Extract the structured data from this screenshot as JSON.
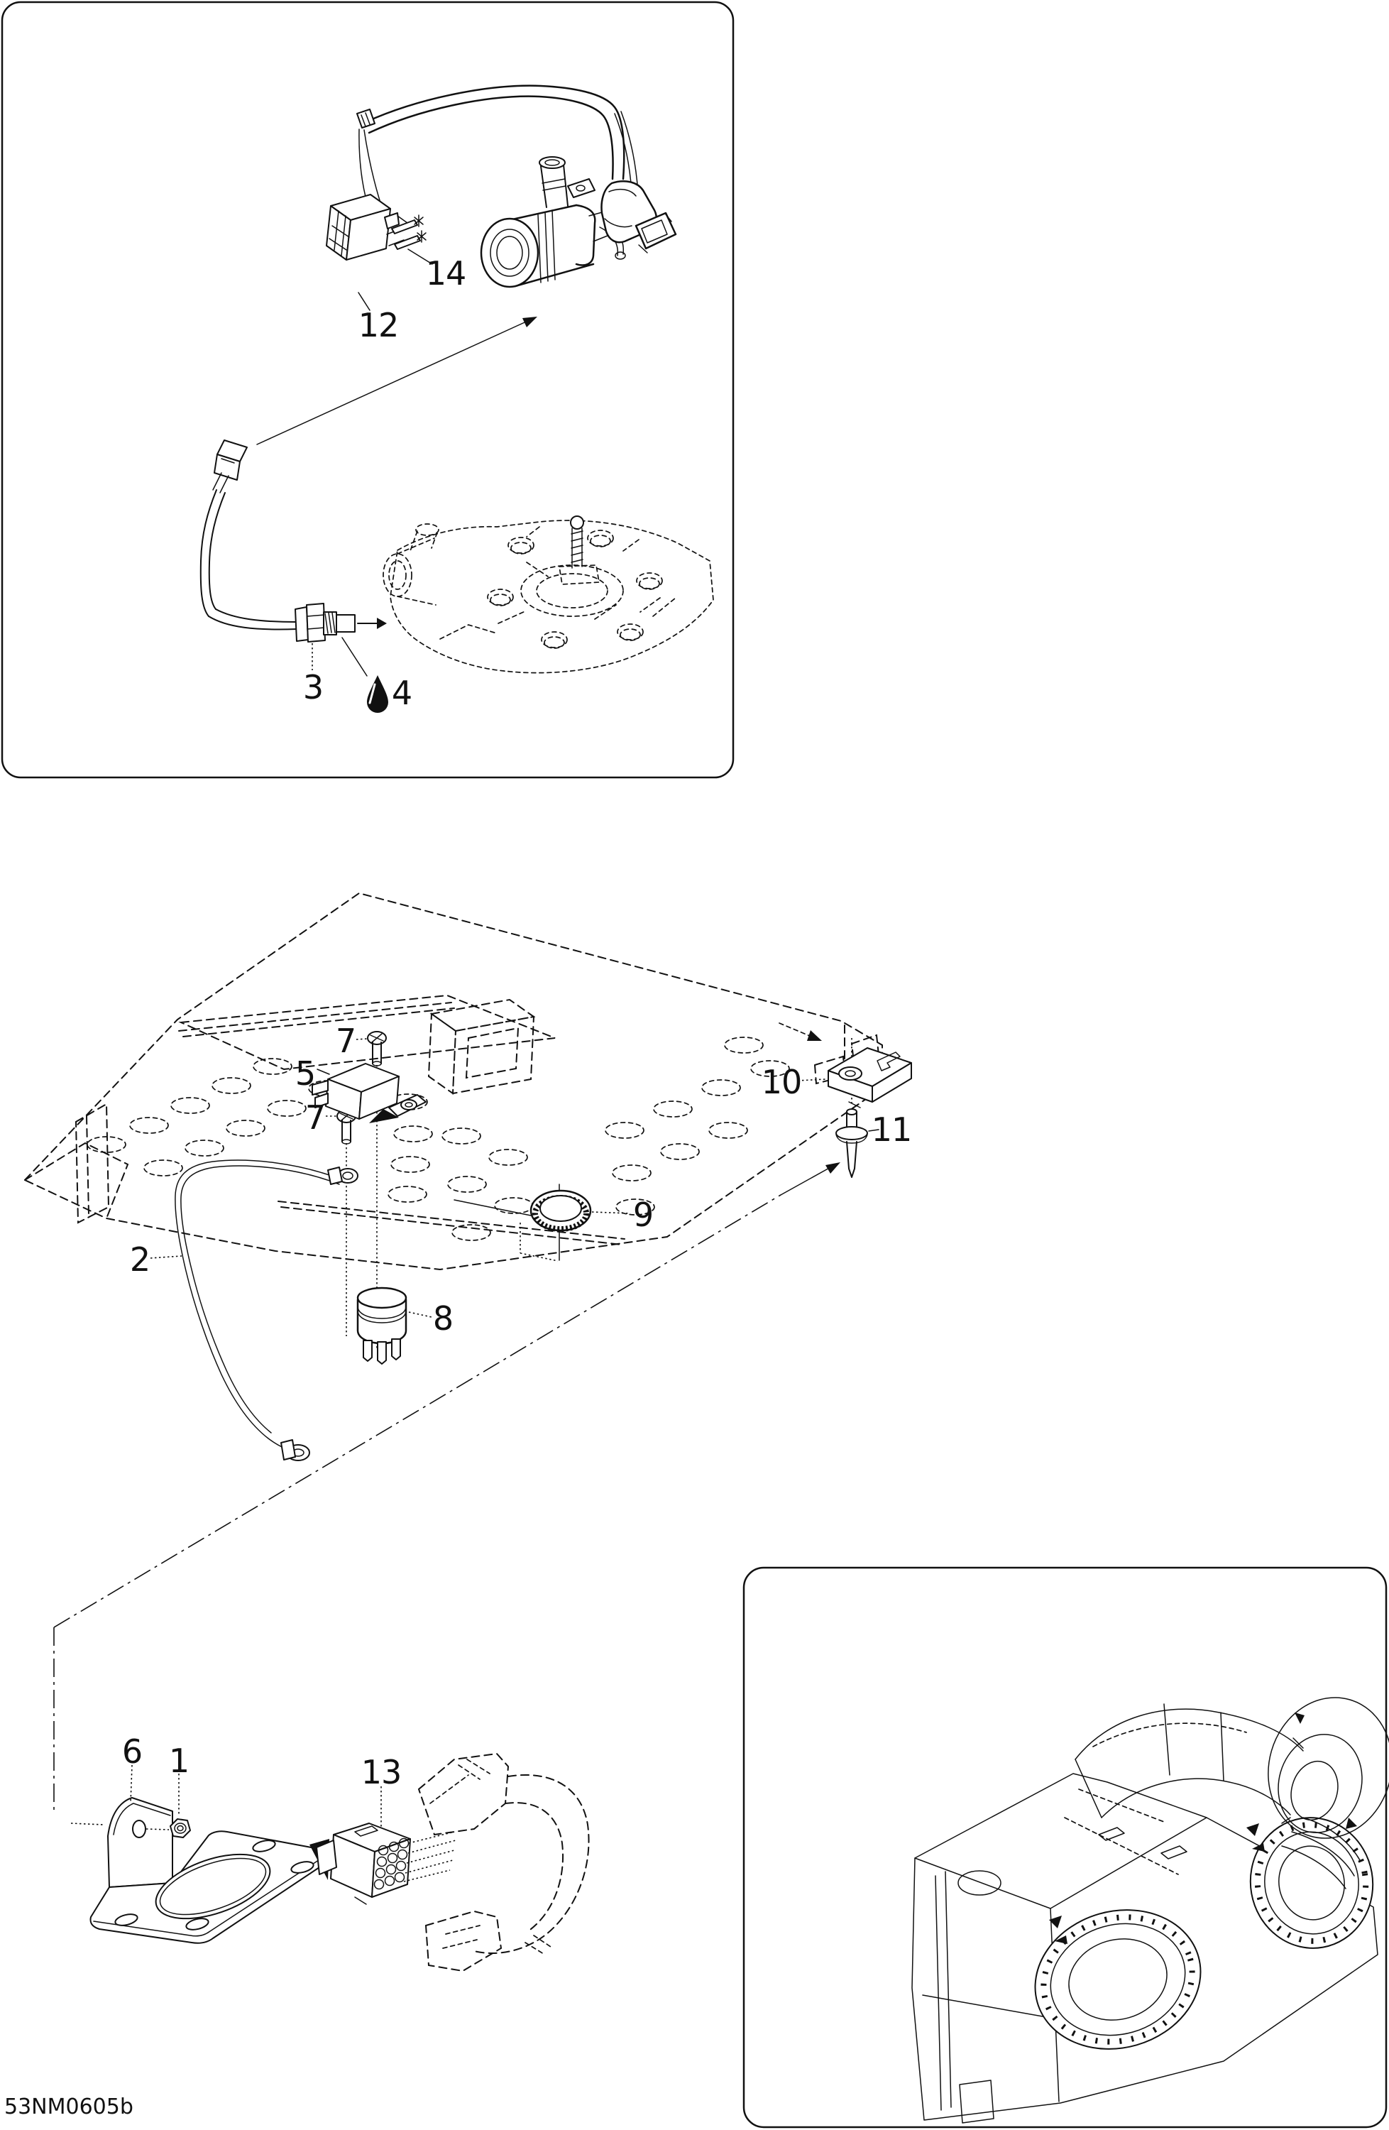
{
  "figure": {
    "code": "53NM0605b",
    "callouts": {
      "n1": "1",
      "n2": "2",
      "n3": "3",
      "n4": "4",
      "n5": "5",
      "n6": "6",
      "n7": "7",
      "n8": "8",
      "n9": "9",
      "n10": "10",
      "n11": "11",
      "n12": "12",
      "n13": "13",
      "n14": "14"
    },
    "colors": {
      "line": "#111111",
      "background": "#ffffff"
    }
  }
}
